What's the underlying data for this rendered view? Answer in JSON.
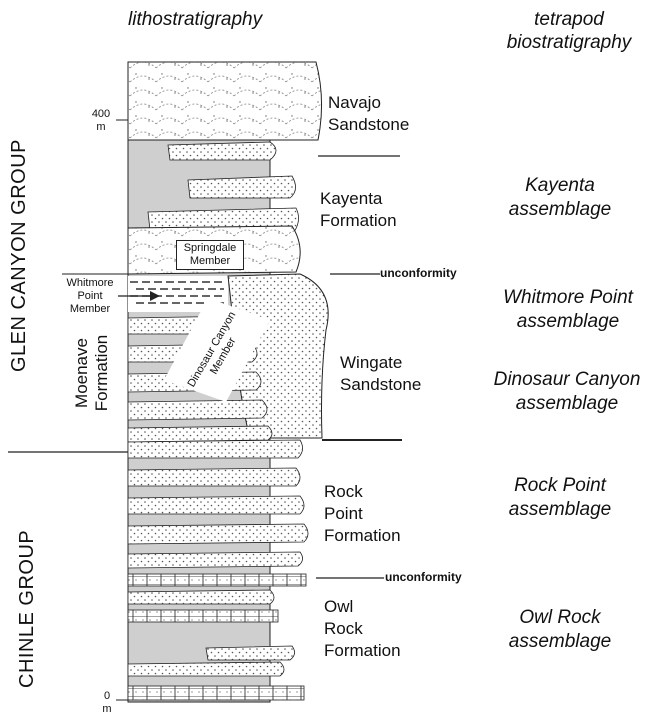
{
  "headers": {
    "left": "lithostratigraphy",
    "right_line1": "tetrapod",
    "right_line2": "biostratigraphy"
  },
  "groups": {
    "glen_canyon": "GLEN CANYON GROUP",
    "chinle": "CHINLE GROUP"
  },
  "moenave": {
    "line1": "Moenave",
    "line2": "Formation"
  },
  "scale": {
    "top_value": "400",
    "top_unit": "m",
    "bottom_value": "0",
    "bottom_unit": "m"
  },
  "members": {
    "springdale_line1": "Springdale",
    "springdale_line2": "Member",
    "whitmore_line1": "Whitmore",
    "whitmore_line2": "Point",
    "whitmore_line3": "Member",
    "dinosaur_line1": "Dinosaur Canyon",
    "dinosaur_line2": "Member"
  },
  "formations": {
    "navajo": [
      "Navajo",
      "Sandstone"
    ],
    "kayenta": [
      "Kayenta",
      "Formation"
    ],
    "wingate": [
      "Wingate",
      "Sandstone"
    ],
    "rock_point": [
      "Rock",
      "Point",
      "Formation"
    ],
    "owl_rock": [
      "Owl",
      "Rock",
      "Formation"
    ]
  },
  "unconformities": [
    "unconformity",
    "unconformity"
  ],
  "assemblages": {
    "kayenta": [
      "Kayenta",
      "assemblage"
    ],
    "whitmore": [
      "Whitmore Point",
      "assemblage"
    ],
    "dinosaur": [
      "Dinosaur Canyon",
      "assemblage"
    ],
    "rock_point": [
      "Rock Point",
      "assemblage"
    ],
    "owl_rock": [
      "Owl Rock",
      "assemblage"
    ]
  },
  "colors": {
    "mudstone": "#cfcfcf",
    "sandstone": "#ffffff",
    "ink": "#111111"
  }
}
